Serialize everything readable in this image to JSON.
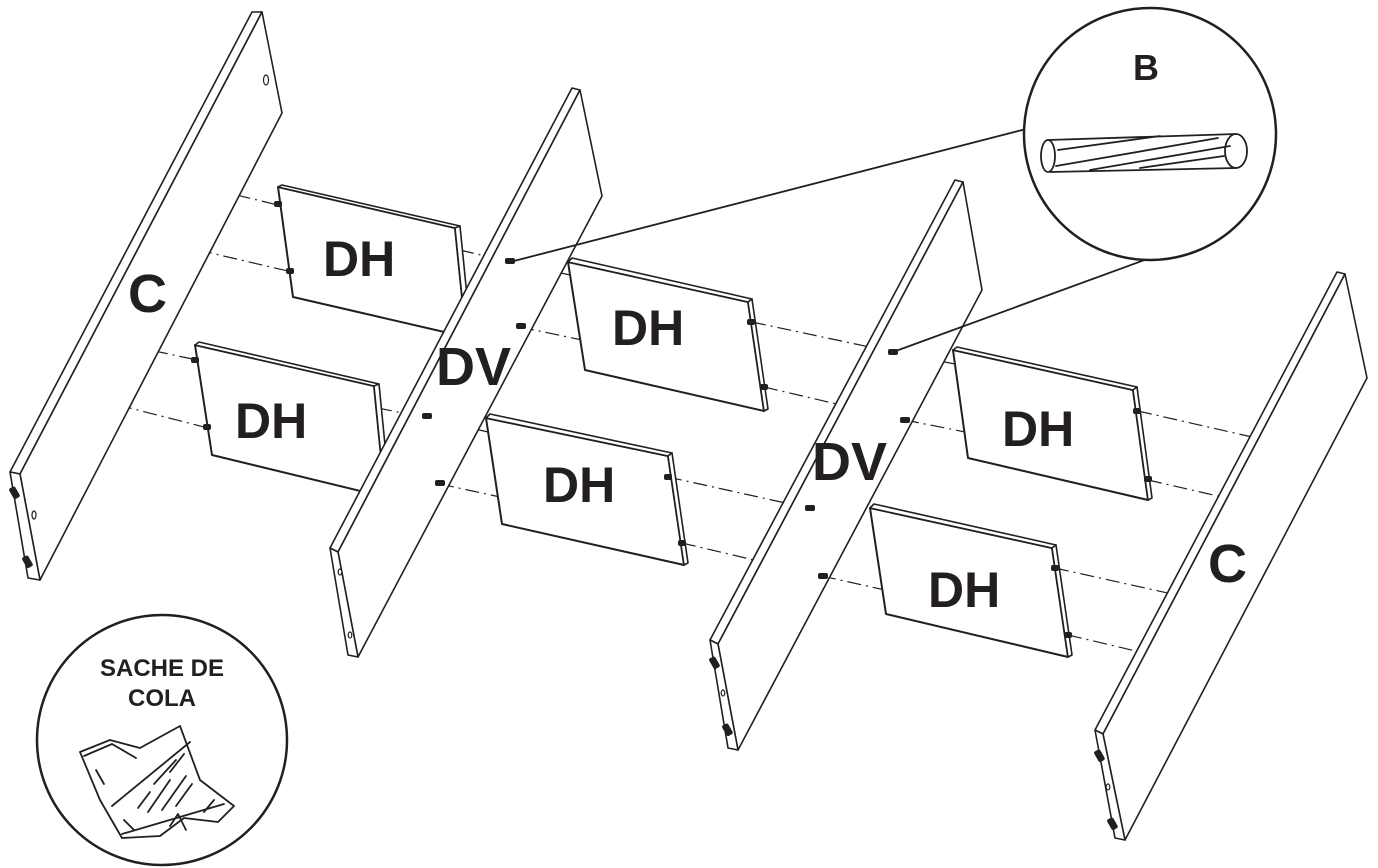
{
  "parts": {
    "side_left": "C",
    "side_right": "C",
    "divider_left": "DV",
    "divider_right": "DV",
    "shelf_top_left": "DH",
    "shelf_bottom_left": "DH",
    "shelf_top_middle": "DH",
    "shelf_bottom_middle": "DH",
    "shelf_top_right": "DH",
    "shelf_bottom_right": "DH"
  },
  "callouts": {
    "dowel_detail_label": "B",
    "glue_packet_line1": "SACHE DE",
    "glue_packet_line2": "COLA"
  },
  "colors": {
    "ink": "#231f20",
    "paper": "#ffffff"
  }
}
